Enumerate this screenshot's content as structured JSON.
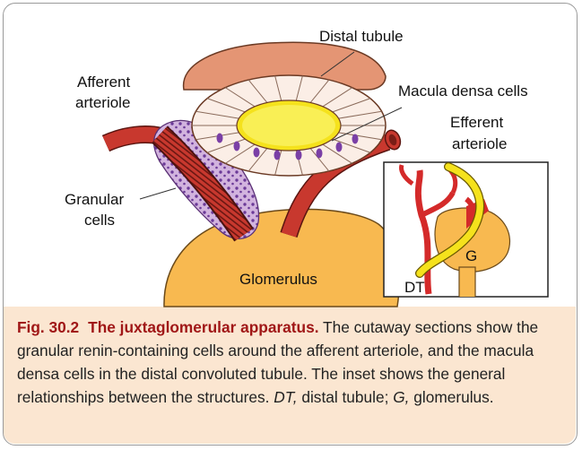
{
  "labels": {
    "distal_tubule": "Distal tubule",
    "afferent_line1": "Afferent",
    "afferent_line2": "arteriole",
    "macula_densa": "Macula densa cells",
    "efferent_line1": "Efferent",
    "efferent_line2": "arteriole",
    "granular_line1": "Granular",
    "granular_line2": "cells",
    "glomerulus": "Glomerulus",
    "inset_g": "G",
    "inset_dt": "DT"
  },
  "caption": {
    "fig_number": "Fig. 30.2",
    "fig_title": "The juxtaglomerular apparatus.",
    "body": "The cutaway sections show the granular renin-containing cells around the afferent arteriole, and the macula densa cells in the distal convoluted tubule. The inset shows the general relationships between the structures.",
    "abbr1": "DT,",
    "abbr1_def": "distal tubule;",
    "abbr2": "G,",
    "abbr2_def": "glomerulus."
  },
  "colors": {
    "artery": "#c8382e",
    "glomerulus": "#f8b950",
    "tubule_outer": "#e49574",
    "lumen": "#f5e21c",
    "granular_cells": "#c9a6d6",
    "nuclei": "#7a3fa6",
    "caption_bg": "#fbe6d1",
    "caption_title": "#a01717"
  }
}
